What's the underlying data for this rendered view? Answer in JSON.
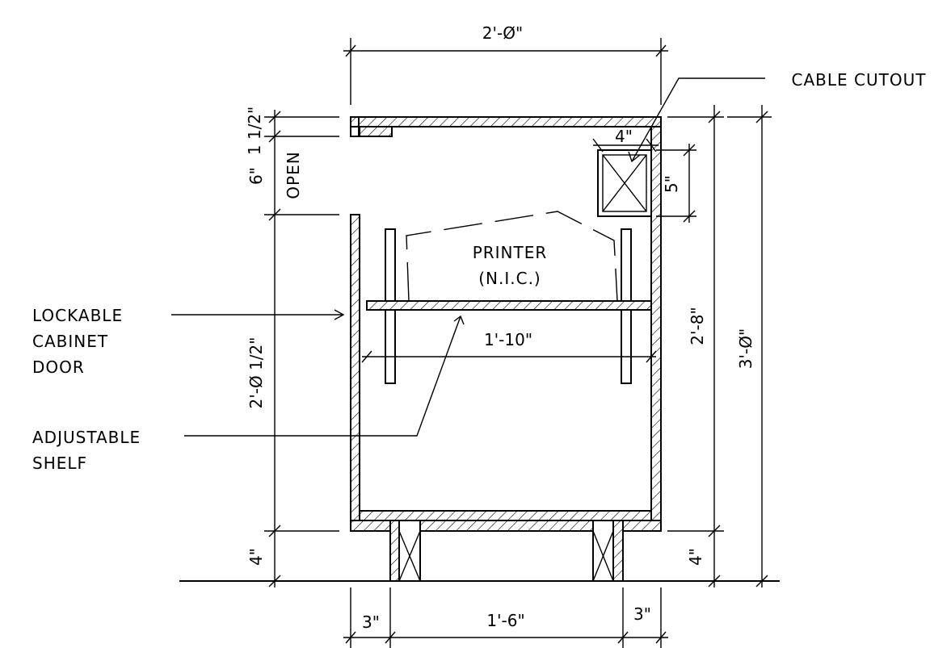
{
  "drawing": {
    "dimensions": {
      "overall_width": "2'-Ø\"",
      "top_rail": "1 1/2\"",
      "open_height": "6\"",
      "cabinet_height": "2'-Ø 1/2\"",
      "base_left": "4\"",
      "base_right": "4\"",
      "cutout_width": "4\"",
      "cutout_height": "5\"",
      "shelf_width": "1'-10\"",
      "box_height": "2'-8\"",
      "total_height": "3'-Ø\"",
      "foot_left": "3\"",
      "foot_span": "1'-6\"",
      "foot_right": "3\""
    },
    "labels": {
      "open": "OPEN",
      "printer_line1": "PRINTER",
      "printer_line2": "(N.I.C.)",
      "cable_cutout": "CABLE CUTOUT",
      "lockable_line1": "LOCKABLE",
      "lockable_line2": "CABINET",
      "lockable_line3": "DOOR",
      "adjustable_line1": "ADJUSTABLE",
      "adjustable_line2": "SHELF"
    }
  }
}
